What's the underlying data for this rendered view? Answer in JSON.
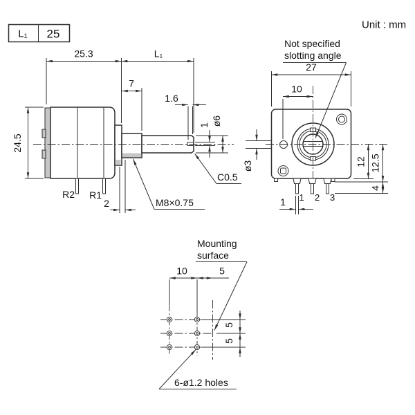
{
  "colors": {
    "line": "#2f2f2f",
    "background": "#ffffff",
    "shade": "#c6c6c6"
  },
  "unit_note": "Unit : mm",
  "spec_table": {
    "param": "L₁",
    "value": "25"
  },
  "side_view": {
    "dim_25_3": "25.3",
    "dim_L1": "L₁",
    "dim_7": "7",
    "dim_1_6": "1.6",
    "dim_slot_1": "1",
    "dim_shaft_dia": "ø6",
    "dim_24_5": "24.5",
    "dim_2": "2",
    "thread": "M8×0.75",
    "chamfer": "C0.5",
    "dim_hole_dia": "ø3",
    "terminal_r2": "R2",
    "terminal_r1": "R1"
  },
  "front_view": {
    "note_line1": "Not specified",
    "note_line2": "slotting angle",
    "dim_27": "27",
    "dim_10": "10",
    "dim_12": "12",
    "dim_12_5": "12.5",
    "dim_4": "4",
    "dim_pin_1": "1",
    "terminal_1": "1",
    "terminal_2": "2",
    "terminal_3": "3"
  },
  "bottom_view": {
    "label_line1": "Mounting",
    "label_line2": "surface",
    "dim_10": "10",
    "dim_5_top": "5",
    "dim_5_row1": "5",
    "dim_5_row2": "5",
    "holes_note": "6-ø1.2 holes"
  }
}
